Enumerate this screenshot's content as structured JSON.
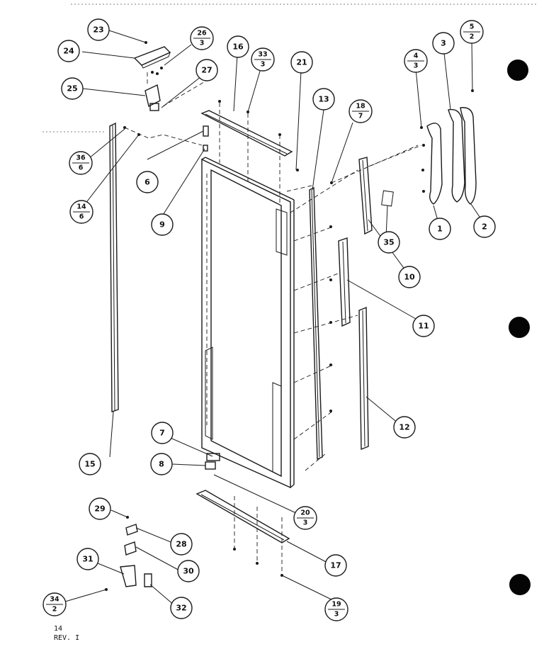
{
  "callouts": {
    "p1": "1",
    "p2": "2",
    "p3": "3",
    "p4_num": "4",
    "p4_den": "3",
    "p5_num": "5",
    "p5_den": "2",
    "p6": "6",
    "p7": "7",
    "p8": "8",
    "p9": "9",
    "p10": "10",
    "p11": "11",
    "p12": "12",
    "p13": "13",
    "p14_num": "14",
    "p14_den": "6",
    "p15": "15",
    "p16": "16",
    "p17": "17",
    "p18_num": "18",
    "p18_den": "7",
    "p19_num": "19",
    "p19_den": "3",
    "p20_num": "20",
    "p20_den": "3",
    "p21": "21",
    "p23": "23",
    "p24": "24",
    "p25": "25",
    "p26_num": "26",
    "p26_den": "3",
    "p27": "27",
    "p28": "28",
    "p29": "29",
    "p30": "30",
    "p31": "31",
    "p32": "32",
    "p33_num": "33",
    "p33_den": "3",
    "p34_num": "34",
    "p34_den": "2",
    "p35": "35",
    "p36_num": "36",
    "p36_den": "6"
  },
  "footer": {
    "page": "14",
    "rev": "REV. I"
  }
}
